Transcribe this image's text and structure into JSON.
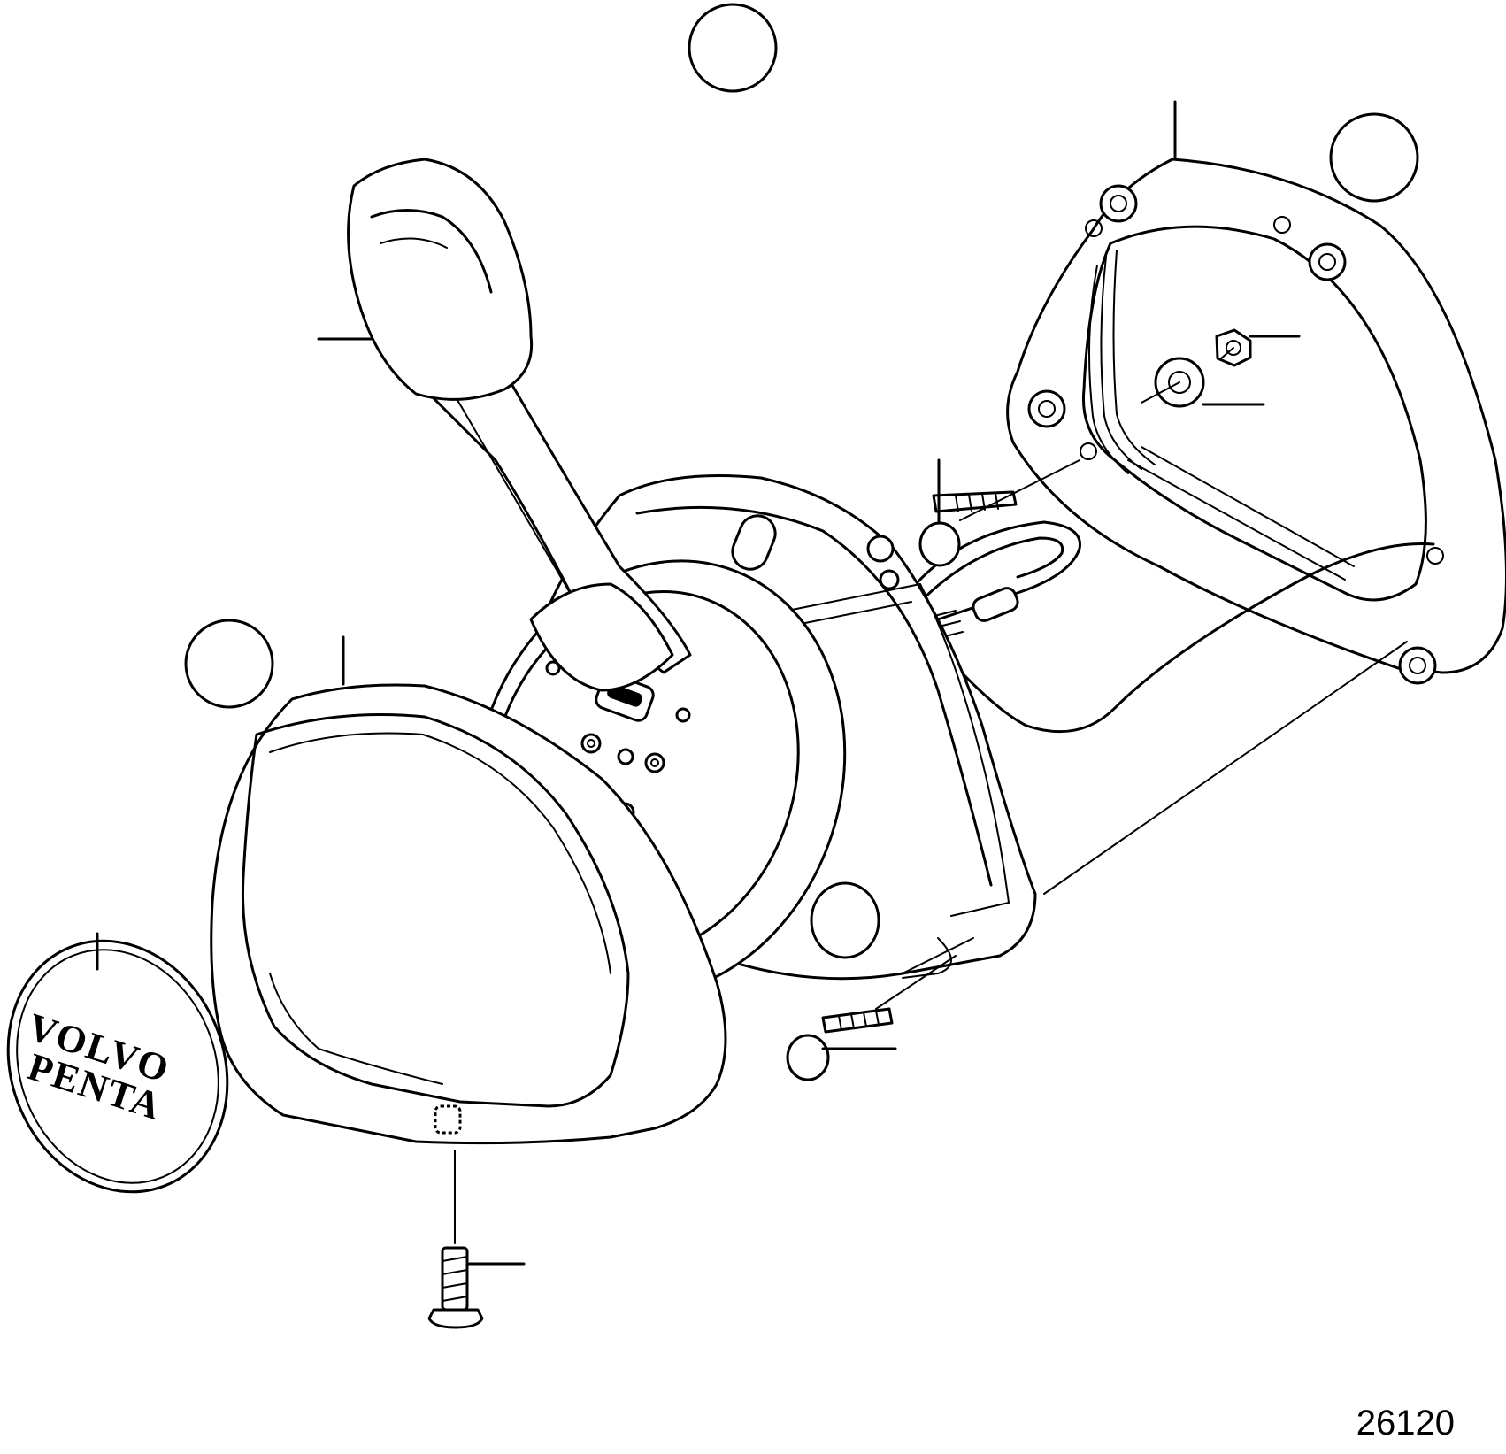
{
  "drawing": {
    "number": "26120",
    "logo_lines": [
      "VOLVO",
      "PENTA"
    ]
  },
  "callouts": [
    {
      "id": "top-circle"
    },
    {
      "id": "right-circle"
    },
    {
      "id": "left-circle"
    }
  ],
  "icons": [
    "reference-circle-icon",
    "leader-line-icon",
    "screw-icon",
    "washer-icon",
    "nut-icon"
  ]
}
